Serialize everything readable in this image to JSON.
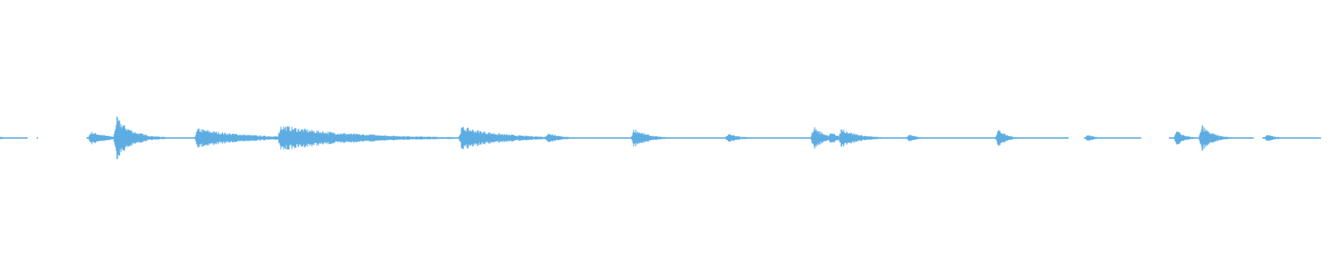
{
  "chart_data": {
    "type": "waveform",
    "color": "#5dade2",
    "background": "#ffffff",
    "amplitude_range": [
      -1,
      1
    ],
    "grid": false,
    "title": "",
    "events": [
      {
        "onset": 0.0,
        "peak": 0.012,
        "decay": 0.004
      },
      {
        "onset": 0.0677,
        "peak": 0.055,
        "decay": 0.012
      },
      {
        "onset": 0.087,
        "peak": 0.17,
        "decay": 0.012
      },
      {
        "onset": 0.1479,
        "peak": 0.075,
        "decay": 0.035
      },
      {
        "onset": 0.2104,
        "peak": 0.1,
        "decay": 0.05
      },
      {
        "onset": 0.2781,
        "peak": 0.03,
        "decay": 0.02
      },
      {
        "onset": 0.3469,
        "peak": 0.09,
        "decay": 0.03
      },
      {
        "onset": 0.412,
        "peak": 0.04,
        "decay": 0.01
      },
      {
        "onset": 0.4766,
        "peak": 0.08,
        "decay": 0.01
      },
      {
        "onset": 0.5474,
        "peak": 0.035,
        "decay": 0.01
      },
      {
        "onset": 0.612,
        "peak": 0.1,
        "decay": 0.008
      },
      {
        "onset": 0.625,
        "peak": 0.06,
        "decay": 0.006
      },
      {
        "onset": 0.6328,
        "peak": 0.085,
        "decay": 0.012
      },
      {
        "onset": 0.6839,
        "peak": 0.035,
        "decay": 0.006
      },
      {
        "onset": 0.751,
        "peak": 0.08,
        "decay": 0.006
      },
      {
        "onset": 0.8182,
        "peak": 0.03,
        "decay": 0.006
      },
      {
        "onset": 0.8854,
        "peak": 0.065,
        "decay": 0.006
      },
      {
        "onset": 0.9042,
        "peak": 0.11,
        "decay": 0.008
      },
      {
        "onset": 0.9536,
        "peak": 0.035,
        "decay": 0.006
      }
    ]
  }
}
